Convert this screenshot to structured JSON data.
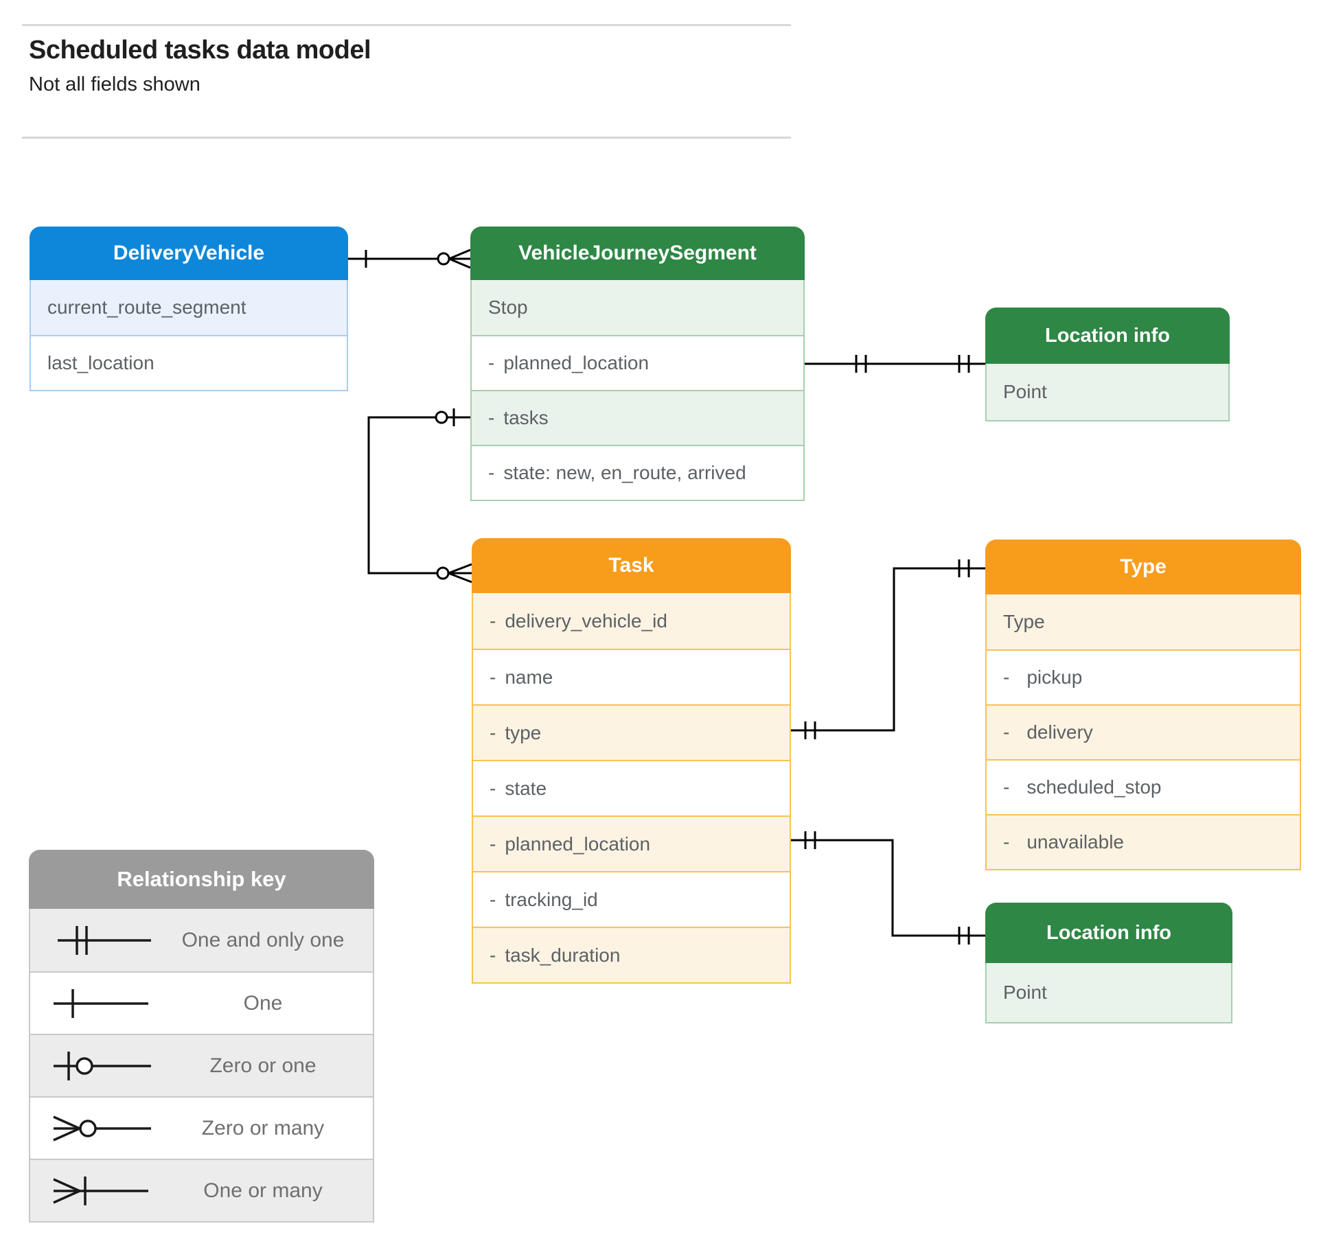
{
  "page": {
    "title": "Scheduled tasks data model",
    "subtitle": "Not all fields shown"
  },
  "colors": {
    "blue_header": "#0e87da",
    "blue_tint": "#e9f1fc",
    "green_header": "#2e8745",
    "green_tint": "#e9f3ec",
    "orange_header": "#f89c1c",
    "orange_tint": "#fdf3e2",
    "gray_header": "#9b9b9b",
    "gray_tint": "#ececec",
    "field_text": "#5c6165",
    "connector": "#000000"
  },
  "entities": {
    "delivery_vehicle": {
      "title": "DeliveryVehicle",
      "fields": [
        {
          "label": "current_route_segment"
        },
        {
          "label": "last_location"
        }
      ]
    },
    "vehicle_journey_segment": {
      "title": "VehicleJourneySegment",
      "fields": [
        {
          "label": "Stop"
        },
        {
          "dash": "-",
          "label": "planned_location"
        },
        {
          "dash": "-",
          "label": "tasks"
        },
        {
          "dash": "-",
          "label": "state: new, en_route, arrived"
        }
      ]
    },
    "location_info_top": {
      "title": "Location info",
      "fields": [
        {
          "label": "Point"
        }
      ]
    },
    "task": {
      "title": "Task",
      "fields": [
        {
          "dash": "-",
          "label": "delivery_vehicle_id"
        },
        {
          "dash": "-",
          "label": "name"
        },
        {
          "dash": "-",
          "label": "type"
        },
        {
          "dash": "-",
          "label": "state"
        },
        {
          "dash": "-",
          "label": "planned_location"
        },
        {
          "dash": "-",
          "label": "tracking_id"
        },
        {
          "dash": "-",
          "label": "task_duration"
        }
      ]
    },
    "type": {
      "title": "Type",
      "fields": [
        {
          "label": "Type"
        },
        {
          "dash": "-",
          "label": "pickup"
        },
        {
          "dash": "-",
          "label": "delivery"
        },
        {
          "dash": "-",
          "label": "scheduled_stop"
        },
        {
          "dash": "-",
          "label": "unavailable"
        }
      ]
    },
    "location_info_bottom": {
      "title": "Location info",
      "fields": [
        {
          "label": "Point"
        }
      ]
    }
  },
  "legend": {
    "title": "Relationship key",
    "items": [
      {
        "symbol": "one-and-only-one",
        "label": "One and only one"
      },
      {
        "symbol": "one",
        "label": "One"
      },
      {
        "symbol": "zero-or-one",
        "label": "Zero or one"
      },
      {
        "symbol": "zero-or-many",
        "label": "Zero or many"
      },
      {
        "symbol": "one-or-many",
        "label": "One or many"
      }
    ]
  },
  "connectors": [
    {
      "from": "DeliveryVehicle",
      "from_cardinality": "one",
      "to": "VehicleJourneySegment",
      "to_cardinality": "zero-or-many"
    },
    {
      "from": "VehicleJourneySegment.tasks",
      "from_cardinality": "zero-or-one",
      "to": "Task",
      "to_cardinality": "zero-or-many"
    },
    {
      "from": "VehicleJourneySegment.planned_location",
      "from_cardinality": "one-and-only-one",
      "to": "Location info",
      "to_cardinality": "one-and-only-one"
    },
    {
      "from": "Task.type",
      "from_cardinality": "one-and-only-one",
      "to": "Type",
      "to_cardinality": "one-and-only-one"
    },
    {
      "from": "Task.planned_location",
      "from_cardinality": "one-and-only-one",
      "to": "Location info",
      "to_cardinality": "one-and-only-one"
    }
  ]
}
